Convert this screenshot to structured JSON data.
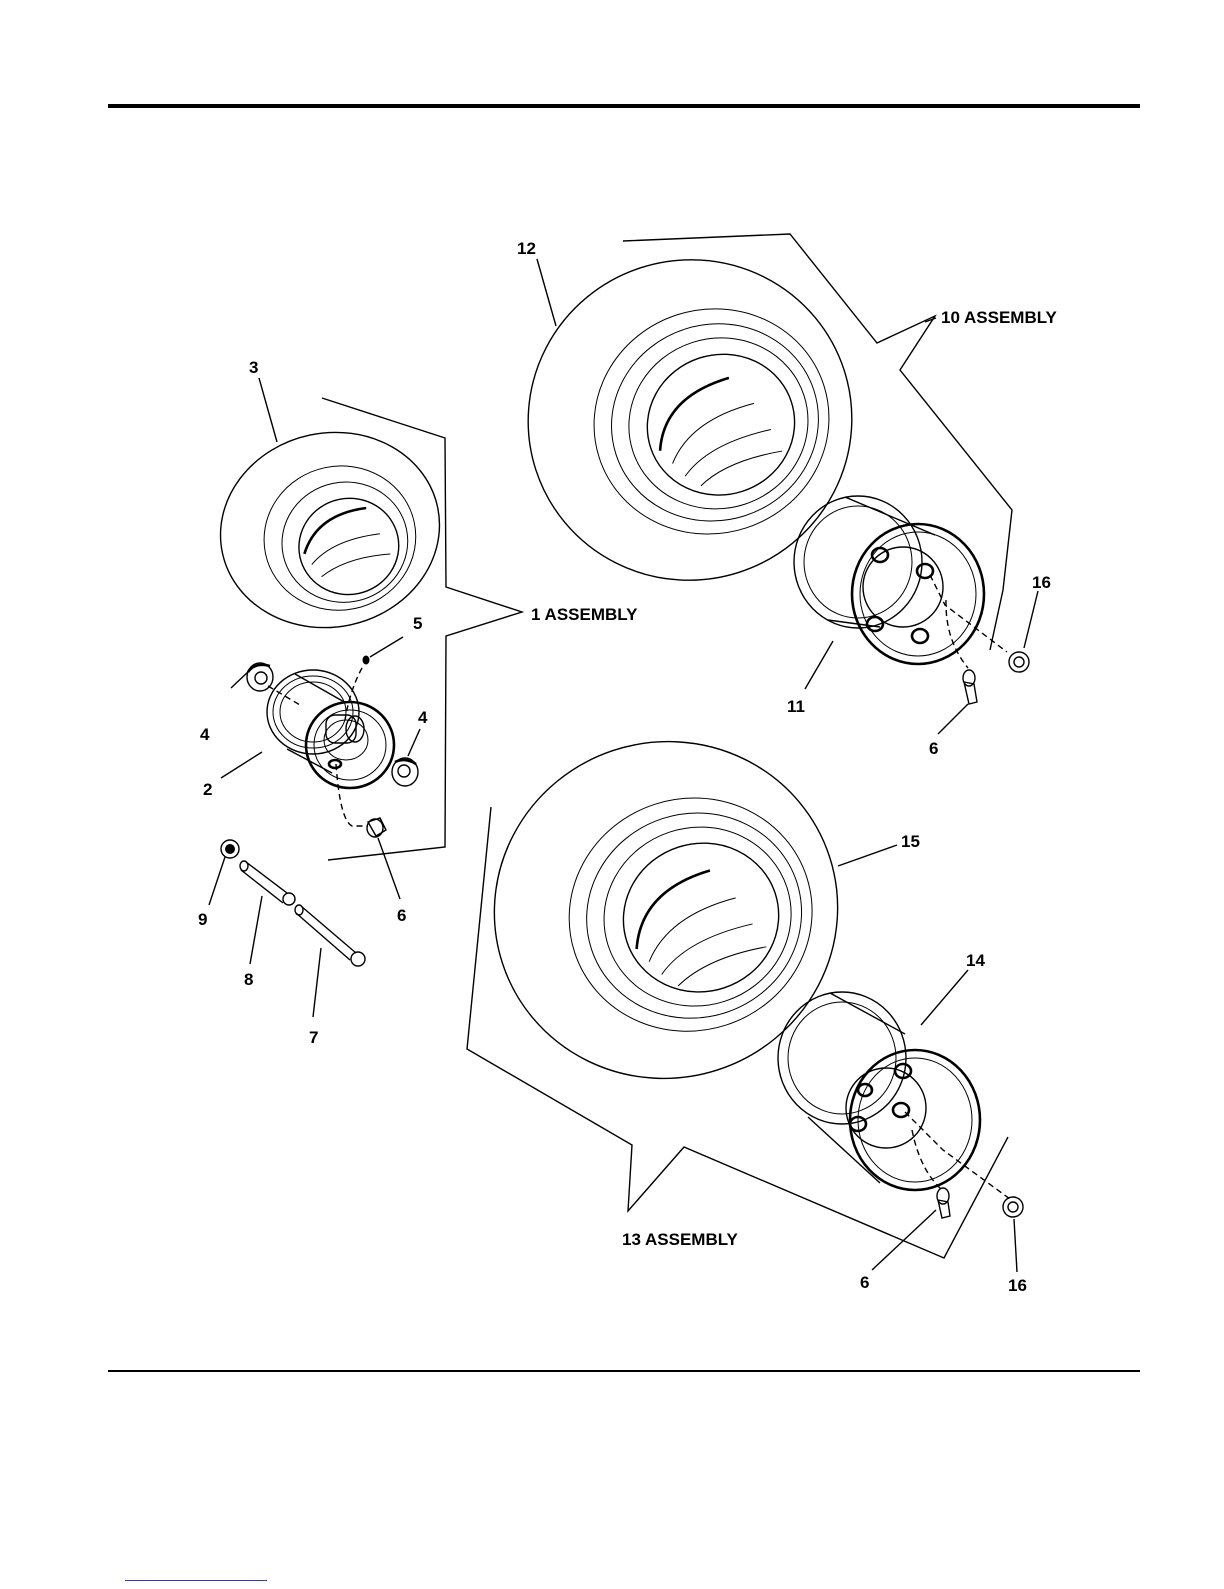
{
  "callouts": {
    "c1": "1 ASSEMBLY",
    "c2": "2",
    "c3": "3",
    "c4a": "4",
    "c4b": "4",
    "c5": "5",
    "c6a": "6",
    "c6b": "6",
    "c6c": "6",
    "c7": "7",
    "c8": "8",
    "c9": "9",
    "c10": "10 ASSEMBLY",
    "c11": "11",
    "c12": "12",
    "c13": "13 ASSEMBLY",
    "c14": "14",
    "c15": "15",
    "c16a": "16",
    "c16b": "16"
  },
  "icons": {
    "small_tire": "tire-icon",
    "small_rim": "rim-icon",
    "large_tire": "tire-icon",
    "large_rim": "rim-icon",
    "bearing": "bearing-icon",
    "valve_stem": "valve-stem-icon",
    "lug_nut": "lug-nut-icon",
    "spacer": "spacer-tube-icon",
    "bolt": "bolt-icon",
    "grease_fitting": "grease-fitting-icon"
  }
}
